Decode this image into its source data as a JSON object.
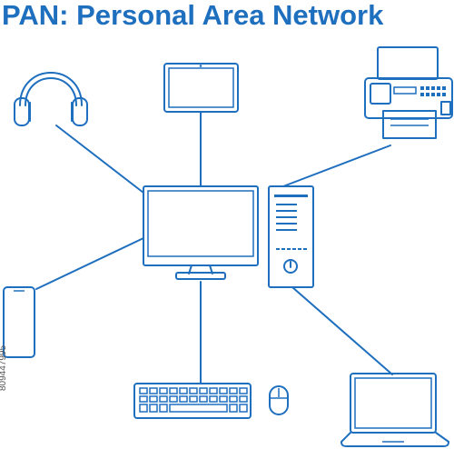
{
  "title": "PAN: Personal Area Network",
  "side_id": "809447995",
  "colors": {
    "accent": "#1f6fbf"
  },
  "devices": [
    {
      "name": "headphones",
      "icon": "headphones-icon"
    },
    {
      "name": "tablet",
      "icon": "tablet-icon"
    },
    {
      "name": "printer",
      "icon": "printer-icon"
    },
    {
      "name": "monitor",
      "icon": "monitor-icon"
    },
    {
      "name": "pc-tower",
      "icon": "pc-tower-icon"
    },
    {
      "name": "smartphone",
      "icon": "smartphone-icon"
    },
    {
      "name": "keyboard",
      "icon": "keyboard-icon"
    },
    {
      "name": "mouse",
      "icon": "mouse-icon"
    },
    {
      "name": "laptop",
      "icon": "laptop-icon"
    }
  ]
}
